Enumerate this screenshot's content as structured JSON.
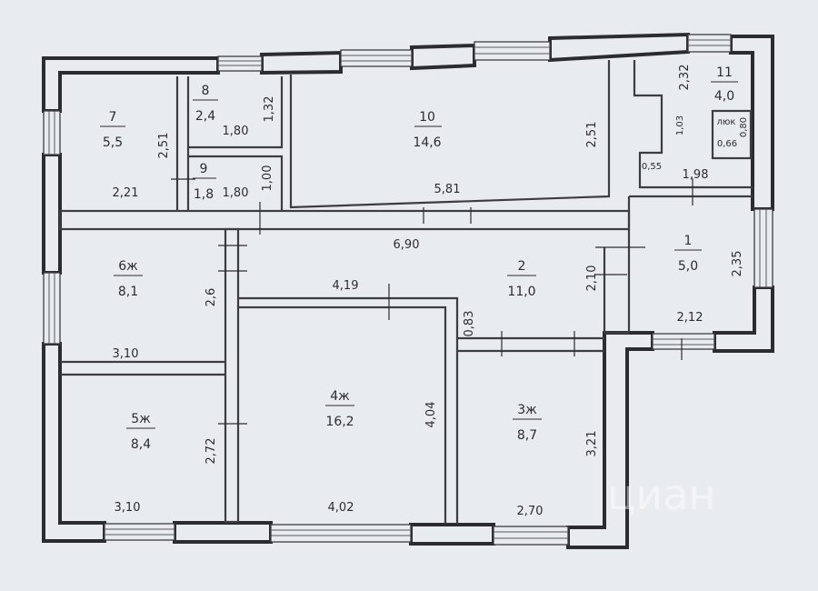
{
  "rooms": [
    {
      "num": "7",
      "area": "5,5"
    },
    {
      "num": "8",
      "area": "2,4"
    },
    {
      "num": "9",
      "area": "1,8"
    },
    {
      "num": "10",
      "area": "14,6"
    },
    {
      "num": "11",
      "area": "4,0"
    },
    {
      "num": "1",
      "area": "5,0"
    },
    {
      "num": "2",
      "area": "11,0"
    },
    {
      "num": "6ж",
      "area": "8,1"
    },
    {
      "num": "4ж",
      "area": "16,2"
    },
    {
      "num": "3ж",
      "area": "8,7"
    },
    {
      "num": "5ж",
      "area": "8,4"
    }
  ],
  "dims": {
    "d_251_a": "2,51",
    "d_221": "2,21",
    "d_180_a": "1,80",
    "d_132": "1,32",
    "d_180_b": "1,80",
    "d_100": "1,00",
    "d_251_b": "2,51",
    "d_581": "5,81",
    "d_232": "2,32",
    "d_103": "1,03",
    "d_055": "0,55",
    "d_198": "1,98",
    "d_080": "0,80",
    "d_066": "0,66",
    "d_690": "6,90",
    "d_235": "2,35",
    "d_210": "2,10",
    "d_212": "2,12",
    "d_419": "4,19",
    "d_083": "0,83",
    "d_26": "2,6",
    "d_310_a": "3,10",
    "d_404": "4,04",
    "d_321": "3,21",
    "d_272": "2,72",
    "d_310_b": "3,10",
    "d_402": "4,02",
    "d_270": "2,70"
  },
  "hatch_label": "люк",
  "watermark": "циан"
}
